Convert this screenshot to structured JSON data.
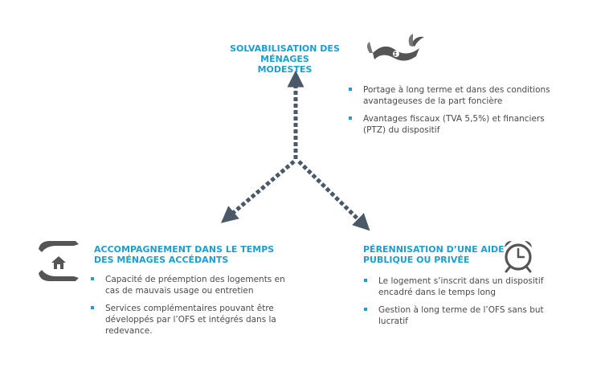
{
  "diagram": {
    "top": {
      "title_lines": [
        "SOLVABILISATION DES MÉNAGES",
        "MODESTES"
      ],
      "icon": "flying-money-icon",
      "bullets": [
        "Portage à long terme et dans des conditions avantageuses de la part foncière",
        "Avantages fiscaux (TVA 5,5%) et financiers (PTZ) du dispositif"
      ]
    },
    "left": {
      "title_lines": [
        "ACCOMPAGNEMENT DANS LE TEMPS",
        "DES MÉNAGES ACCÉDANTS"
      ],
      "icon": "hands-house-icon",
      "bullets": [
        "Capacité de préemption des logements en cas de mauvais  usage ou entretien",
        "Services complémentaires pouvant être développés par l’OFS et intégrés dans la redevance."
      ]
    },
    "right": {
      "title_lines": [
        "PÉRENNISATION D’UNE AIDE",
        "PUBLIQUE OU PRIVÉE"
      ],
      "icon": "alarm-clock-icon",
      "bullets": [
        "Le logement s’inscrit dans un dispositif encadré dans le temps long",
        "Gestion à long terme de l’OFS sans but lucratif"
      ]
    },
    "colors": {
      "accent": "#1a9fd0",
      "arrow": "#4a5868",
      "icon": "#555555"
    }
  }
}
